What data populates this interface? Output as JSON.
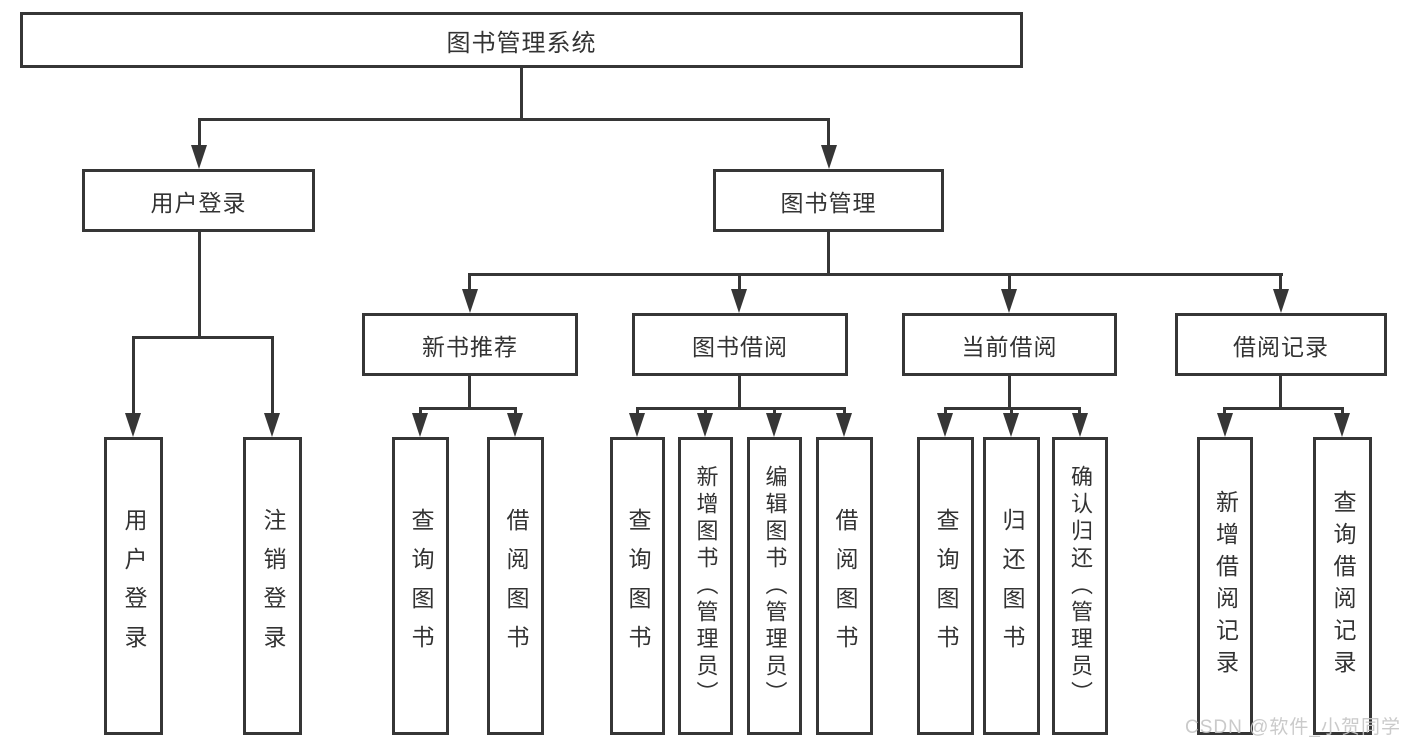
{
  "diagram": {
    "root": {
      "label": "图书管理系统"
    },
    "level2": [
      {
        "id": "user-login",
        "label": "用户登录"
      },
      {
        "id": "book-management",
        "label": "图书管理"
      }
    ],
    "level3": [
      {
        "id": "new-book-recommend",
        "label": "新书推荐",
        "parent": "book-management"
      },
      {
        "id": "book-borrow",
        "label": "图书借阅",
        "parent": "book-management"
      },
      {
        "id": "current-borrow",
        "label": "当前借阅",
        "parent": "book-management"
      },
      {
        "id": "borrow-records",
        "label": "借阅记录",
        "parent": "book-management"
      }
    ],
    "leaves": [
      {
        "group": "user-login",
        "label": "用户登录"
      },
      {
        "group": "user-login",
        "label": "注销登录"
      },
      {
        "group": "new-book-recommend",
        "label": "查询图书"
      },
      {
        "group": "new-book-recommend",
        "label": "借阅图书"
      },
      {
        "group": "book-borrow",
        "label": "查询图书"
      },
      {
        "group": "book-borrow",
        "label": "新增图书（管理员）"
      },
      {
        "group": "book-borrow",
        "label": "编辑图书（管理员）"
      },
      {
        "group": "book-borrow",
        "label": "借阅图书"
      },
      {
        "group": "current-borrow",
        "label": "查询图书"
      },
      {
        "group": "current-borrow",
        "label": "归还图书"
      },
      {
        "group": "current-borrow",
        "label": "确认归还（管理员）"
      },
      {
        "group": "borrow-records",
        "label": "新增借阅记录"
      },
      {
        "group": "borrow-records",
        "label": "查询借阅记录"
      }
    ]
  },
  "watermark": {
    "text": "CSDN @软件_小贺同学"
  },
  "colors": {
    "line": "#363636",
    "box_border": "#363636",
    "box_fill": "#ffffff",
    "text": "#333333",
    "background": "#ffffff",
    "watermark": "#c6c6c6"
  }
}
